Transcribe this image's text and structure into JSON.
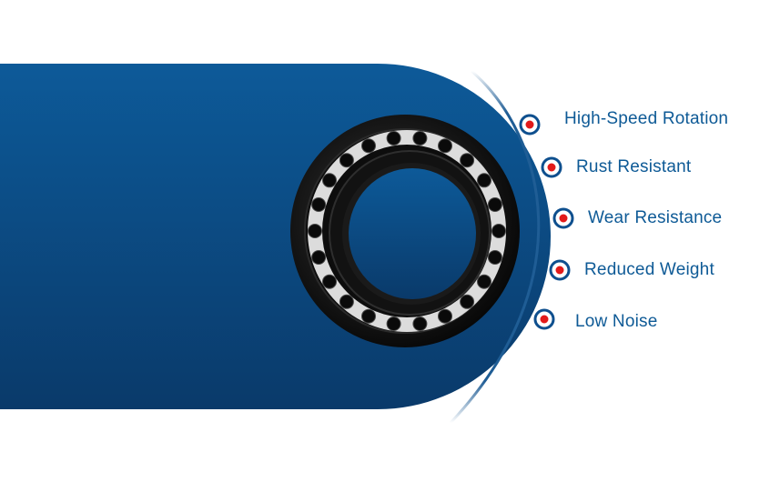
{
  "colors": {
    "panel_top": "#0d5a99",
    "panel_bottom": "#0a3a6a",
    "arc": "#1f5d95",
    "dot_ring": "#0e4f8e",
    "dot_center": "#e21a1a",
    "label": "#0e5a96"
  },
  "illustration": {
    "product": "deep-groove-ball-bearing",
    "cage_color": "#dcdcdc",
    "ring_color": "#141414"
  },
  "features": [
    {
      "label": "High-Speed Rotation"
    },
    {
      "label": "Rust Resistant"
    },
    {
      "label": "Wear Resistance"
    },
    {
      "label": "Reduced Weight"
    },
    {
      "label": "Low Noise"
    }
  ]
}
